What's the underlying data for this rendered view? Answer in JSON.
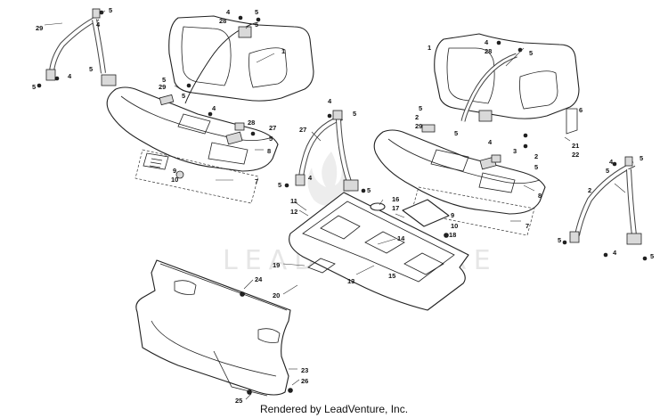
{
  "watermark": "LEADVENTURE",
  "footer": "Rendered by LeadVenture, Inc.",
  "callouts": [
    "1",
    "2",
    "3",
    "4",
    "5",
    "6",
    "7",
    "8",
    "9",
    "10",
    "11",
    "12",
    "13",
    "14",
    "15",
    "16",
    "17",
    "18",
    "19",
    "20",
    "21",
    "22",
    "23",
    "24",
    "25",
    "26",
    "27",
    "28",
    "29"
  ]
}
